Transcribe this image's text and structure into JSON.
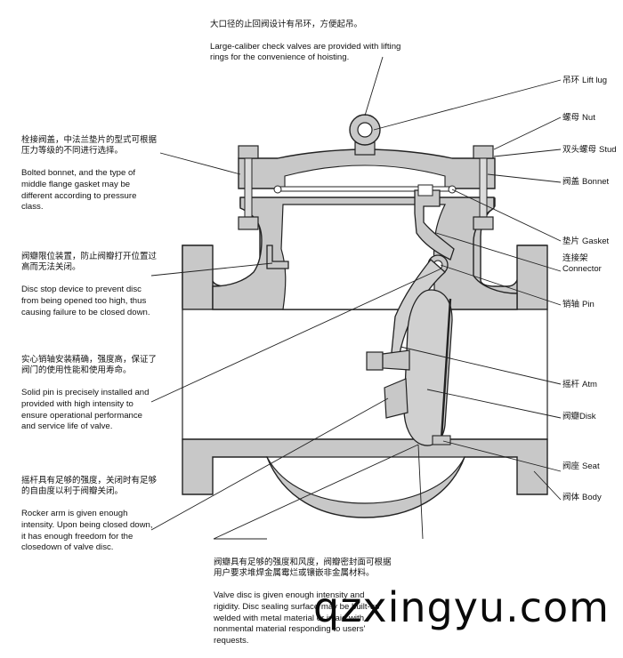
{
  "top_note": {
    "cn": "大口径的止回阀设计有吊环，方便起吊。",
    "en": "Large-caliber check valves are provided with lifting rings for the convenience of hoisting."
  },
  "left_notes": [
    {
      "cn": "栓接阀盖，中法兰垫片的型式可根据压力等级的不同进行选择。",
      "en": "Bolted bonnet, and the type of middle flange gasket may be different according to pressure class."
    },
    {
      "cn": "阀瓣限位装置，防止阀瓣打开位置过高而无法关闭。",
      "en": "Disc stop device to prevent disc from being opened too high, thus causing failure to be closed down."
    },
    {
      "cn": "实心销轴安装精确，强度高，保证了阀门的使用性能和使用寿命。",
      "en": "Solid pin is precisely installed and provided with high intensity to ensure operational performance and service life of valve."
    },
    {
      "cn": "摇杆具有足够的强度，关闭时有足够的自由度以利于阀瓣关闭。",
      "en": "Rocker arm is given enough intensity. Upon being closed down, it has enough freedom for the closedown of valve disc."
    }
  ],
  "bottom_note": {
    "cn": "阀瓣具有足够的强度和风度，阀瓣密封面可根据用户要求堆焊金属霉烂或镶嵌非金属材料。",
    "en": "Valve disc is given enough intensity and rigidity. Disc sealing surface may be built-up welded with metal material or inlaid with nonmental material responding to users' requests."
  },
  "right_labels": [
    {
      "cn": "吊环",
      "en": "Lift lug"
    },
    {
      "cn": "螺母",
      "en": "Nut"
    },
    {
      "cn": "双头螺母",
      "en": "Stud"
    },
    {
      "cn": "阀盖",
      "en": "Bonnet"
    },
    {
      "cn": "垫片",
      "en": "Gasket"
    },
    {
      "cn": "连接架",
      "en": "Connector"
    },
    {
      "cn": "销轴",
      "en": "Pin"
    },
    {
      "cn": "摇杆",
      "en": "Atm"
    },
    {
      "cn": "阀瓣",
      "en": "Disk"
    },
    {
      "cn": "阀座",
      "en": "Seat"
    },
    {
      "cn": "阀体",
      "en": "Body"
    }
  ],
  "watermark": "qzxingyu.com",
  "colors": {
    "body_fill": "#c8c8c8",
    "part_fill": "#d6d6d6",
    "outline": "#222222",
    "leader": "#222222"
  }
}
